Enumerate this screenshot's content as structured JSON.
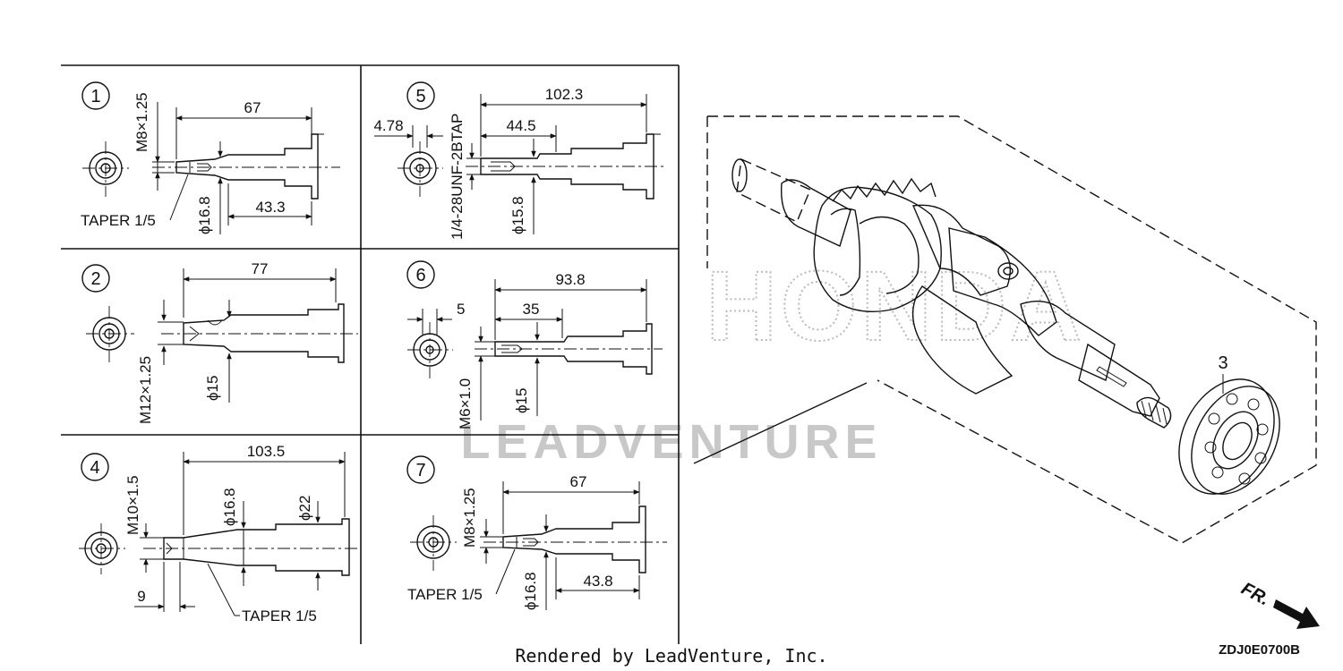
{
  "diagram": {
    "footer_text": "Rendered by LeadVenture, Inc.",
    "code": "ZDJ0E0700B",
    "fr_label": "FR.",
    "watermark_brand": "HONDA",
    "watermark_text": "LEADVENTURE",
    "part_callout": "3",
    "cells": [
      {
        "num": "1",
        "dims": {
          "d1": "M8×1.25",
          "d2": "67",
          "d3": "TAPER 1/5",
          "d4": "ϕ16.8",
          "d5": "43.3"
        }
      },
      {
        "num": "2",
        "dims": {
          "d1": "77",
          "d2": "M12×1.25",
          "d3": "ϕ15"
        }
      },
      {
        "num": "4",
        "dims": {
          "d1": "M10×1.5",
          "d2": "103.5",
          "d3": "ϕ16.8",
          "d4": "ϕ22",
          "d5": "9",
          "d6": "TAPER 1/5"
        }
      },
      {
        "num": "5",
        "dims": {
          "d1": "4.78",
          "d2": "1/4-28UNF-2BTAP",
          "d3": "102.3",
          "d4": "44.5",
          "d5": "ϕ15.8"
        }
      },
      {
        "num": "6",
        "dims": {
          "d1": "93.8",
          "d2": "5",
          "d3": "35",
          "d4": "M6×1.0",
          "d5": "ϕ15"
        }
      },
      {
        "num": "7",
        "dims": {
          "d1": "M8×1.25",
          "d2": "67",
          "d3": "TAPER 1/5",
          "d4": "ϕ16.8",
          "d5": "43.8"
        }
      }
    ]
  }
}
